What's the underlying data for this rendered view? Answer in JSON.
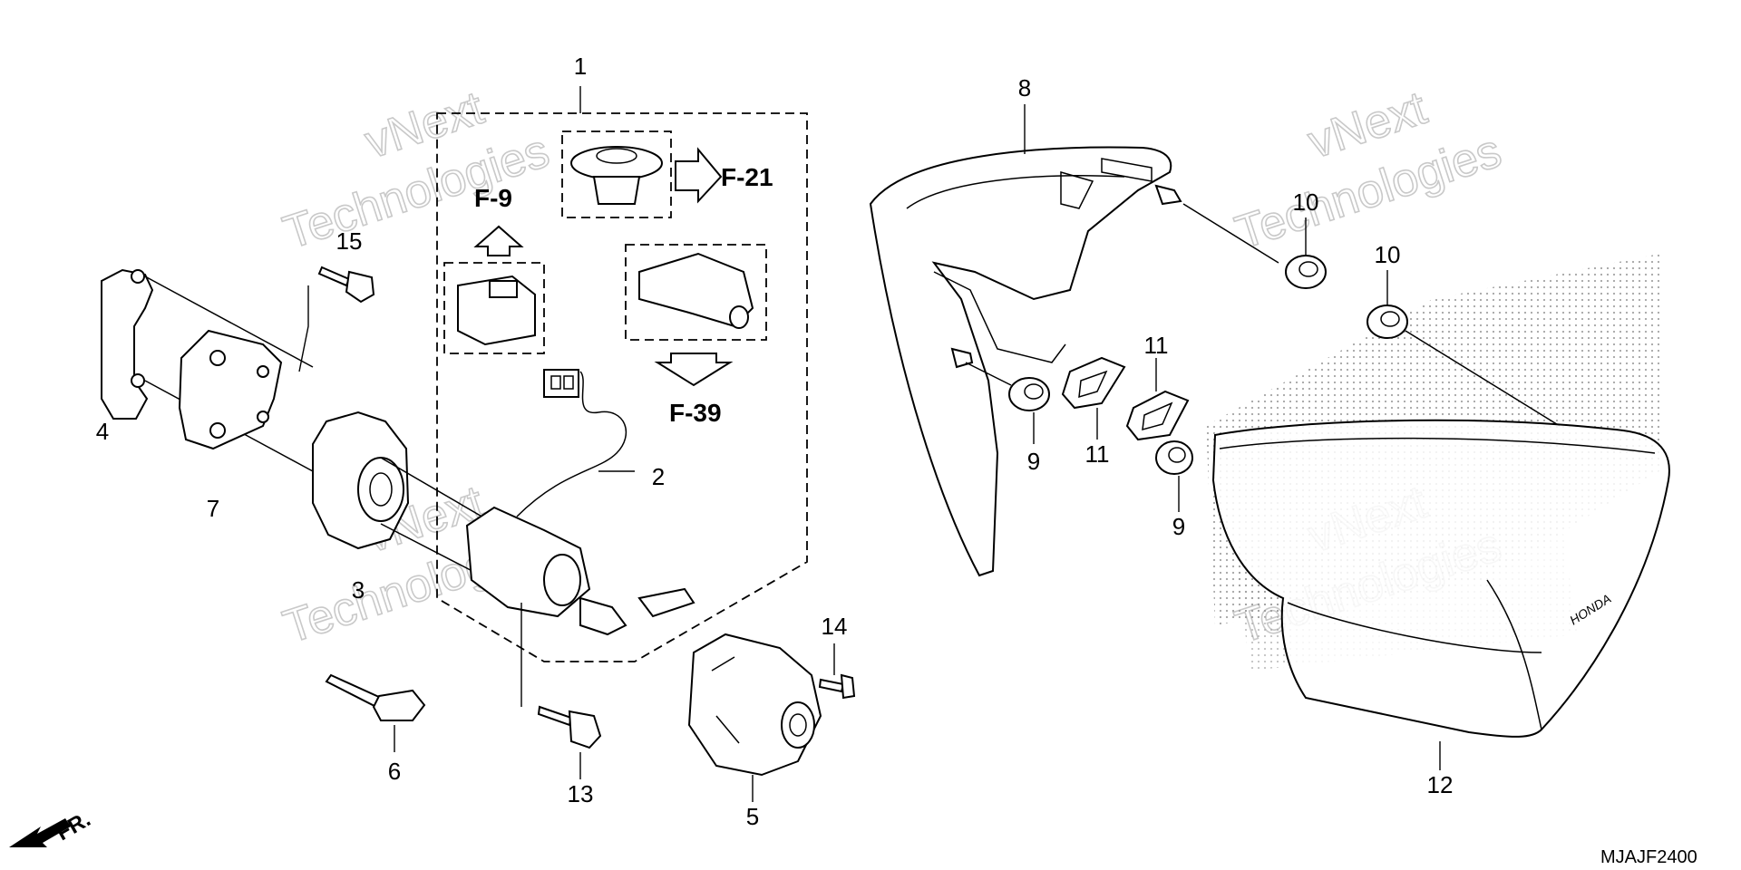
{
  "callouts": {
    "c1": "1",
    "c2": "2",
    "c3": "3",
    "c4": "4",
    "c5": "5",
    "c6": "6",
    "c7": "7",
    "c8": "8",
    "c9a": "9",
    "c9b": "9",
    "c10a": "10",
    "c10b": "10",
    "c11a": "11",
    "c11b": "11",
    "c12": "12",
    "c13": "13",
    "c14": "14",
    "c15": "15"
  },
  "references": {
    "f9": "F-9",
    "f21": "F-21",
    "f39": "F-39"
  },
  "direction": {
    "front": "FR."
  },
  "diagram_code": "MJAJF2400",
  "watermark": {
    "line1": "vNext",
    "line2": "Technologies"
  },
  "cover_badge": "HONDA",
  "colors": {
    "line": "#000000",
    "watermark": "#c9c9c9",
    "halftone": "#9a9a9a"
  }
}
